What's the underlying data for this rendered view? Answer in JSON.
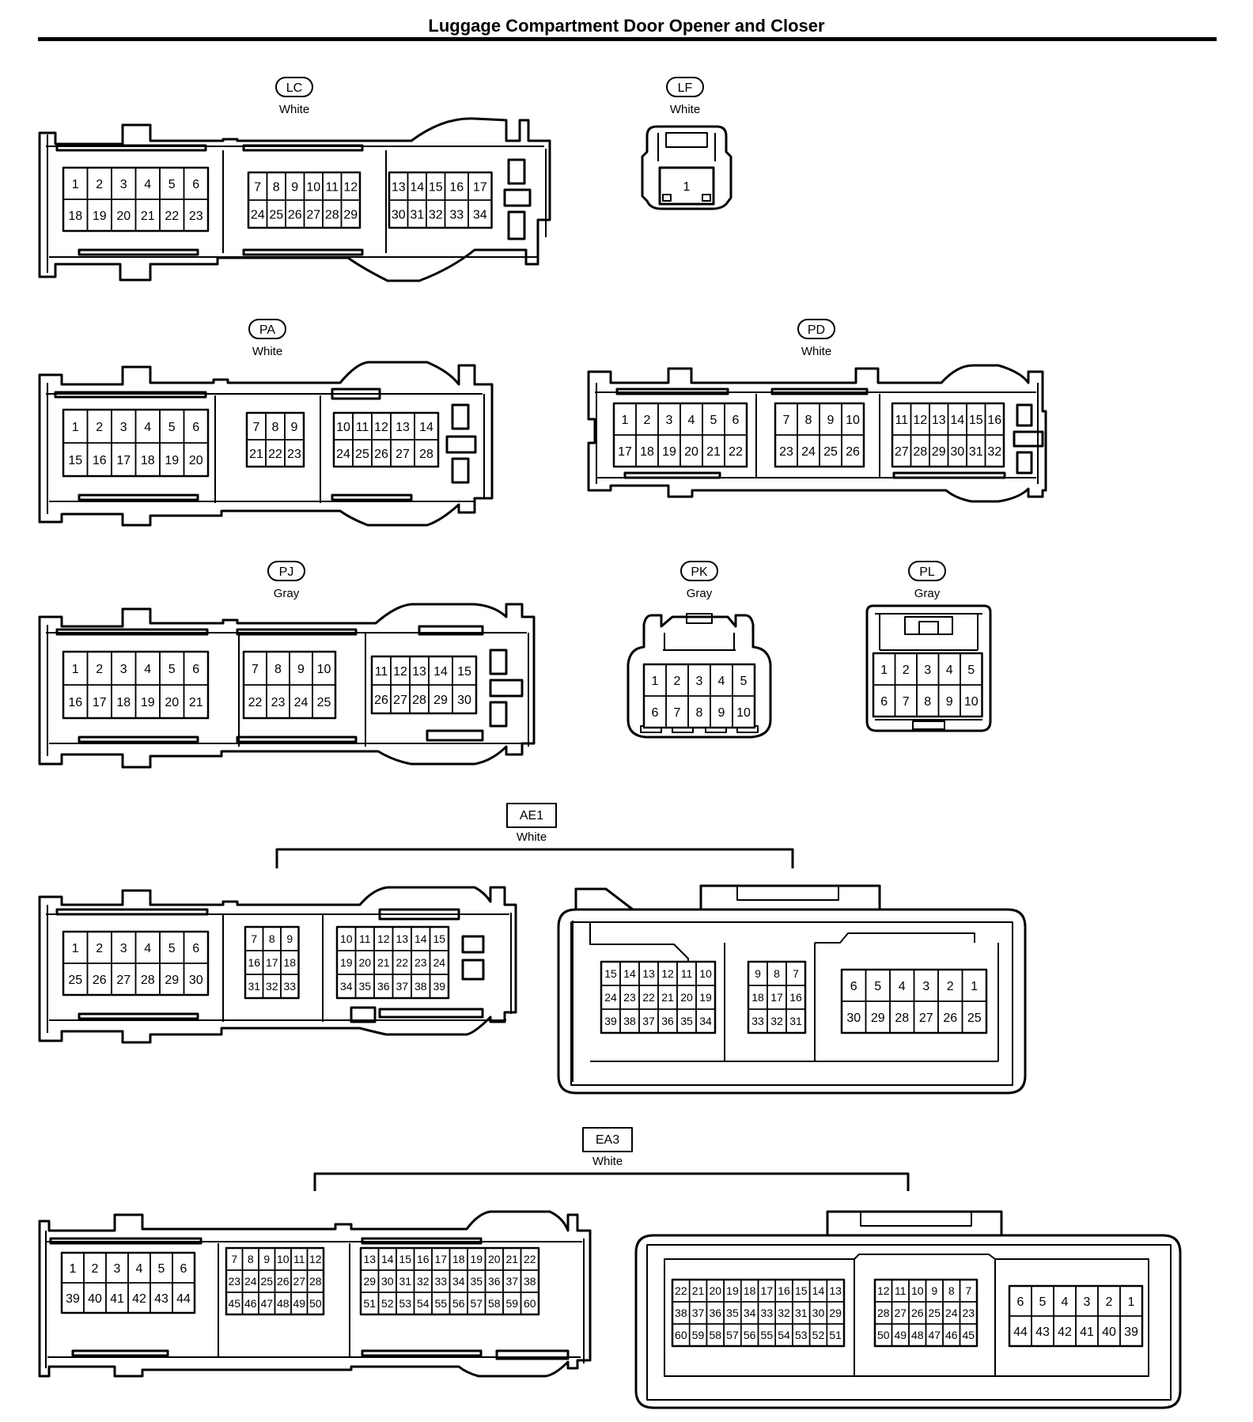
{
  "title": "Luggage Compartment Door Opener and Closer",
  "connectors": [
    {
      "id": "LC",
      "color": "White",
      "box": false,
      "blocks": [
        [
          [
            "1",
            "2",
            "3",
            "4",
            "5",
            "6"
          ],
          [
            "18",
            "19",
            "20",
            "21",
            "22",
            "23"
          ]
        ],
        [
          [
            "7",
            "8",
            "9",
            "10",
            "11",
            "12"
          ],
          [
            "24",
            "25",
            "26",
            "27",
            "28",
            "29"
          ]
        ],
        [
          [
            "13",
            "14",
            "15",
            "16",
            "17"
          ],
          [
            "30",
            "31",
            "32",
            "33",
            "34"
          ]
        ]
      ]
    },
    {
      "id": "LF",
      "color": "White",
      "box": false,
      "blocks": [
        [
          [
            "1"
          ]
        ]
      ]
    },
    {
      "id": "PA",
      "color": "White",
      "box": false,
      "blocks": [
        [
          [
            "1",
            "2",
            "3",
            "4",
            "5",
            "6"
          ],
          [
            "15",
            "16",
            "17",
            "18",
            "19",
            "20"
          ]
        ],
        [
          [
            "7",
            "8",
            "9"
          ],
          [
            "21",
            "22",
            "23"
          ]
        ],
        [
          [
            "10",
            "11",
            "12",
            "13",
            "14"
          ],
          [
            "24",
            "25",
            "26",
            "27",
            "28"
          ]
        ]
      ]
    },
    {
      "id": "PD",
      "color": "White",
      "box": false,
      "blocks": [
        [
          [
            "1",
            "2",
            "3",
            "4",
            "5",
            "6"
          ],
          [
            "17",
            "18",
            "19",
            "20",
            "21",
            "22"
          ]
        ],
        [
          [
            "7",
            "8",
            "9",
            "10"
          ],
          [
            "23",
            "24",
            "25",
            "26"
          ]
        ],
        [
          [
            "11",
            "12",
            "13",
            "14",
            "15",
            "16"
          ],
          [
            "27",
            "28",
            "29",
            "30",
            "31",
            "32"
          ]
        ]
      ]
    },
    {
      "id": "PJ",
      "color": "Gray",
      "box": false,
      "blocks": [
        [
          [
            "1",
            "2",
            "3",
            "4",
            "5",
            "6"
          ],
          [
            "16",
            "17",
            "18",
            "19",
            "20",
            "21"
          ]
        ],
        [
          [
            "7",
            "8",
            "9",
            "10"
          ],
          [
            "22",
            "23",
            "24",
            "25"
          ]
        ],
        [
          [
            "11",
            "12",
            "13",
            "14",
            "15"
          ],
          [
            "26",
            "27",
            "28",
            "29",
            "30"
          ]
        ]
      ]
    },
    {
      "id": "PK",
      "color": "Gray",
      "box": false,
      "blocks": [
        [
          [
            "1",
            "2",
            "3",
            "4",
            "5"
          ],
          [
            "6",
            "7",
            "8",
            "9",
            "10"
          ]
        ]
      ]
    },
    {
      "id": "PL",
      "color": "Gray",
      "box": false,
      "blocks": [
        [
          [
            "1",
            "2",
            "3",
            "4",
            "5"
          ],
          [
            "6",
            "7",
            "8",
            "9",
            "10"
          ]
        ]
      ]
    },
    {
      "id": "AE1",
      "color": "White",
      "box": true,
      "blocks": [
        [
          [
            "1",
            "2",
            "3",
            "4",
            "5",
            "6"
          ],
          [
            "25",
            "26",
            "27",
            "28",
            "29",
            "30"
          ]
        ],
        [
          [
            "7",
            "8",
            "9"
          ],
          [
            "16",
            "17",
            "18"
          ],
          [
            "31",
            "32",
            "33"
          ]
        ],
        [
          [
            "10",
            "11",
            "12",
            "13",
            "14",
            "15"
          ],
          [
            "19",
            "20",
            "21",
            "22",
            "23",
            "24"
          ],
          [
            "34",
            "35",
            "36",
            "37",
            "38",
            "39"
          ]
        ],
        [
          [
            "15",
            "14",
            "13",
            "12",
            "11",
            "10"
          ],
          [
            "24",
            "23",
            "22",
            "21",
            "20",
            "19"
          ],
          [
            "39",
            "38",
            "37",
            "36",
            "35",
            "34"
          ]
        ],
        [
          [
            "9",
            "8",
            "7"
          ],
          [
            "18",
            "17",
            "16"
          ],
          [
            "33",
            "32",
            "31"
          ]
        ],
        [
          [
            "6",
            "5",
            "4",
            "3",
            "2",
            "1"
          ],
          [
            "30",
            "29",
            "28",
            "27",
            "26",
            "25"
          ]
        ]
      ]
    },
    {
      "id": "EA3",
      "color": "White",
      "box": true,
      "blocks": [
        [
          [
            "1",
            "2",
            "3",
            "4",
            "5",
            "6"
          ],
          [
            "39",
            "40",
            "41",
            "42",
            "43",
            "44"
          ]
        ],
        [
          [
            "7",
            "8",
            "9",
            "10",
            "11",
            "12"
          ],
          [
            "23",
            "24",
            "25",
            "26",
            "27",
            "28"
          ],
          [
            "45",
            "46",
            "47",
            "48",
            "49",
            "50"
          ]
        ],
        [
          [
            "13",
            "14",
            "15",
            "16",
            "17",
            "18",
            "19",
            "20",
            "21",
            "22"
          ],
          [
            "29",
            "30",
            "31",
            "32",
            "33",
            "34",
            "35",
            "36",
            "37",
            "38"
          ],
          [
            "51",
            "52",
            "53",
            "54",
            "55",
            "56",
            "57",
            "58",
            "59",
            "60"
          ]
        ],
        [
          [
            "22",
            "21",
            "20",
            "19",
            "18",
            "17",
            "16",
            "15",
            "14",
            "13"
          ],
          [
            "38",
            "37",
            "36",
            "35",
            "34",
            "33",
            "32",
            "31",
            "30",
            "29"
          ],
          [
            "60",
            "59",
            "58",
            "57",
            "56",
            "55",
            "54",
            "53",
            "52",
            "51"
          ]
        ],
        [
          [
            "12",
            "11",
            "10",
            "9",
            "8",
            "7"
          ],
          [
            "28",
            "27",
            "26",
            "25",
            "24",
            "23"
          ],
          [
            "50",
            "49",
            "48",
            "47",
            "46",
            "45"
          ]
        ],
        [
          [
            "6",
            "5",
            "4",
            "3",
            "2",
            "1"
          ],
          [
            "44",
            "43",
            "42",
            "41",
            "40",
            "39"
          ]
        ]
      ]
    }
  ]
}
